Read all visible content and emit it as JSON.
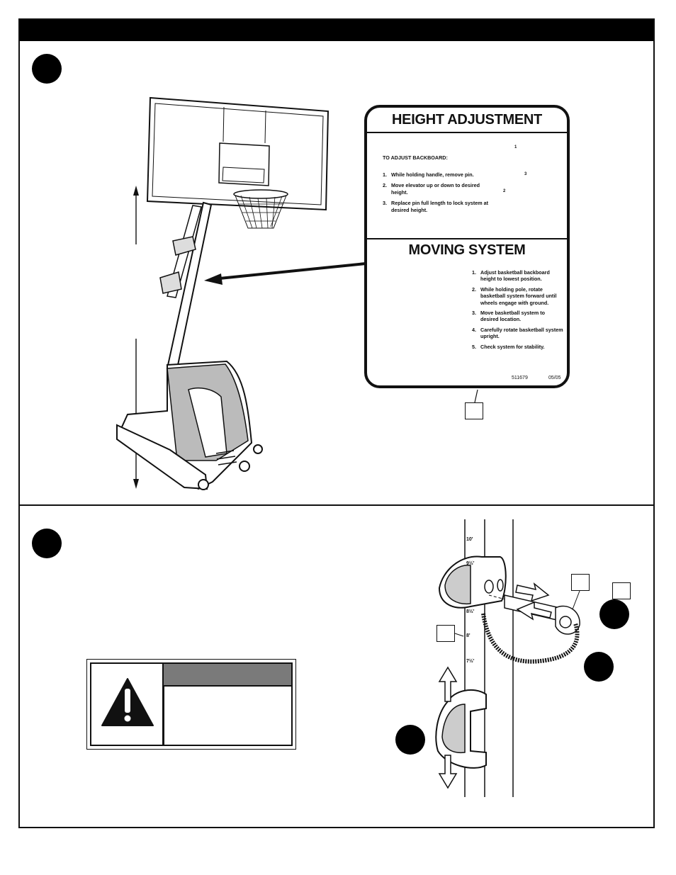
{
  "label": {
    "height_title": "HEIGHT ADJUSTMENT",
    "adjust_heading": "TO ADJUST BACKBOARD:",
    "height_steps": [
      {
        "n": "1.",
        "text": "While holding handle, remove pin."
      },
      {
        "n": "2.",
        "text": "Move elevator up or down to desired height."
      },
      {
        "n": "3.",
        "text": "Replace pin full length to lock system at desired height."
      }
    ],
    "moving_title": "MOVING SYSTEM",
    "moving_steps": [
      {
        "n": "1.",
        "text": "Adjust basketball backboard height to lowest position."
      },
      {
        "n": "2.",
        "text": "While holding pole, rotate basketball system forward until wheels engage with ground."
      },
      {
        "n": "3.",
        "text": "Move basketball system to desired location."
      },
      {
        "n": "4.",
        "text": "Carefully rotate basketball system upright."
      },
      {
        "n": "5.",
        "text": "Check system for stability."
      }
    ],
    "part_number": "511679",
    "date_code": "05/05",
    "diagram_numbers": [
      "1",
      "2",
      "3"
    ]
  },
  "pole_marks": [
    "10'",
    "9½'",
    "8½'",
    "8'",
    "7½'"
  ]
}
